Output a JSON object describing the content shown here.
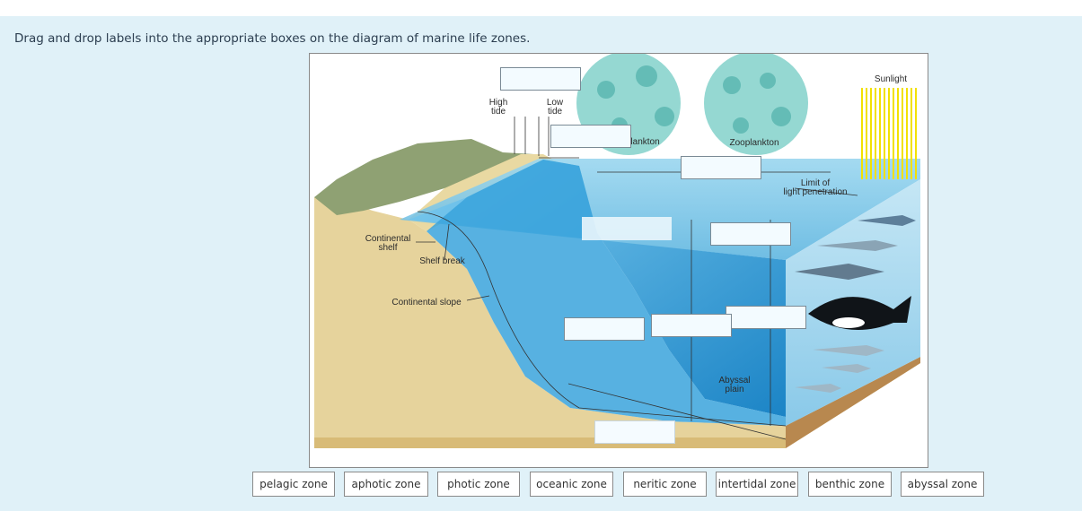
{
  "instructions": "Drag and drop labels into the appropriate boxes on the diagram of marine life zones.",
  "diagram_labels": {
    "high_tide": "High\ntide",
    "low_tide": "Low\ntide",
    "phytoplankton": "Phytoplankton",
    "zooplankton": "Zooplankton",
    "sunlight": "Sunlight",
    "limit_light": "Limit of\nlight penetration",
    "continental_shelf": "Continental\nshelf",
    "shelf_break": "Shelf break",
    "continental_slope": "Continental slope",
    "abyssal_plain": "Abyssal\nplain"
  },
  "drag_labels": [
    "pelagic zone",
    "aphotic zone",
    "photic zone",
    "oceanic zone",
    "neritic zone",
    "intertidal zone",
    "benthic zone",
    "abyssal zone"
  ],
  "colors": {
    "panel": "#e0f1f8",
    "water": "#4fb3e0",
    "deep_water": "#1f88c8",
    "sediment": "#e3cf95",
    "sunlight": "#f2e100"
  }
}
